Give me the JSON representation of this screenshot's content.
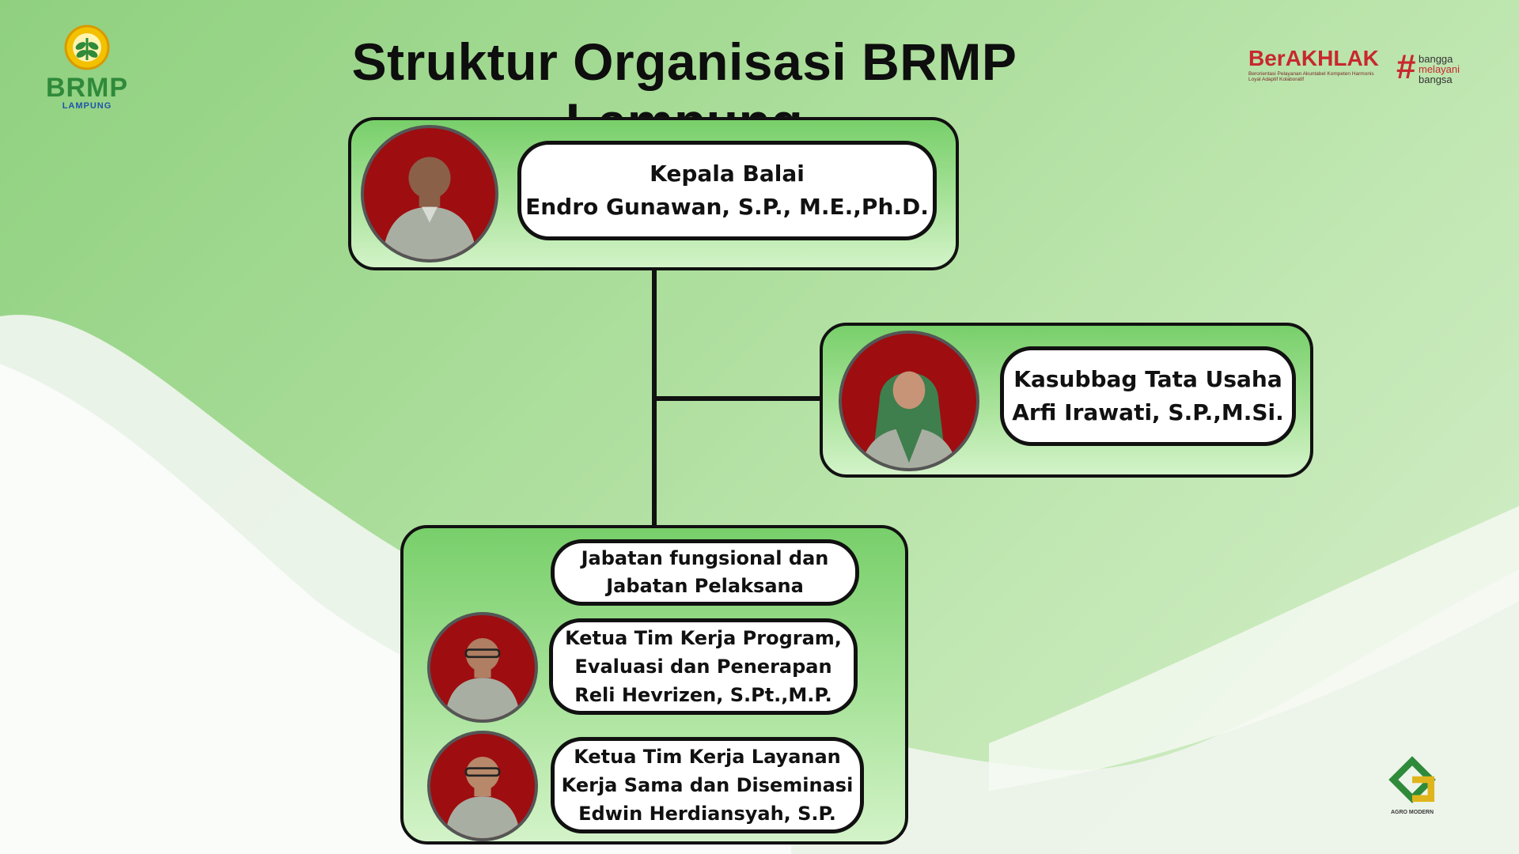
{
  "title": "Struktur Organisasi BRMP Lampung",
  "logos": {
    "brmp_word": "BRMP",
    "brmp_sub": "LAMPUNG",
    "berakhlak_word": "BerAKHLAK",
    "berakhlak_tagline": "Berorientasi Pelayanan Akuntabel Kompeten Harmonis Loyal Adaptif Kolaboratif",
    "bangga_line1": "bangga",
    "bangga_line2": "melayani",
    "bangga_line3": "bangsa",
    "agro_caption": "AGRO MODERN"
  },
  "head": {
    "role": "Kepala Balai",
    "name": "Endro Gunawan, S.P., M.E.,Ph.D."
  },
  "admin": {
    "role": "Kasubbag Tata Usaha",
    "name": "Arfi Irawati, S.P.,M.Si."
  },
  "functional": {
    "header_line1": "Jabatan fungsional dan",
    "header_line2": "Jabatan Pelaksana",
    "teams": [
      {
        "line1": "Ketua Tim Kerja Program,",
        "line2": "Evaluasi dan Penerapan",
        "name": "Reli Hevrizen, S.Pt.,M.P."
      },
      {
        "line1": "Ketua Tim Kerja Layanan",
        "line2": "Kerja Sama dan Diseminasi",
        "name": "Edwin Herdiansyah, S.P."
      }
    ]
  },
  "colors": {
    "card_green": "#78cf6a",
    "photo_bg": "#9e0d10",
    "accent_red": "#c8282e",
    "brmp_green": "#2f8a3a"
  }
}
